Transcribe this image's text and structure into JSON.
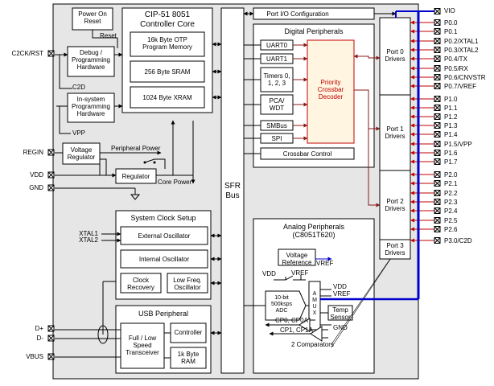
{
  "blocks": {
    "power_on_reset": [
      "Power On",
      "Reset"
    ],
    "reset_label": "Reset",
    "debug_hw": [
      "Debug /",
      "Programming",
      "Hardware"
    ],
    "c2d": "C2D",
    "isp_hw": [
      "In-system",
      "Programming",
      "Hardware"
    ],
    "vpp": "VPP",
    "core_title": [
      "CIP-51 8051",
      "Controller Core"
    ],
    "otp": [
      "16k Byte OTP",
      "Program Memory"
    ],
    "sram": "256 Byte SRAM",
    "xram": "1024 Byte XRAM",
    "vreg": [
      "Voltage",
      "Regulator"
    ],
    "peripheral_power": "Peripheral Power",
    "regulator": "Regulator",
    "core_power": "Core Power",
    "sfr_bus": [
      "SFR",
      "Bus"
    ],
    "port_io_config": "Port I/O Configuration",
    "digital_title": "Digital Peripherals",
    "uart0": "UART0",
    "uart1": "UART1",
    "timers": [
      "Timers 0,",
      "1, 2, 3"
    ],
    "pca": [
      "PCA/",
      "WDT"
    ],
    "smbus": "SMBus",
    "spi": "SPI",
    "crossbar": [
      "Priority",
      "Crossbar",
      "Decoder"
    ],
    "crossbar_control": "Crossbar Control",
    "clock_title": "System Clock Setup",
    "ext_osc": "External Oscillator",
    "int_osc": "Internal Oscillator",
    "clock_recovery": [
      "Clock",
      "Recovery"
    ],
    "lowfreq_osc": [
      "Low Freq.",
      "Oscillator"
    ],
    "usb_title": "USB Peripheral",
    "transceiver": [
      "Full / Low",
      "Speed",
      "Transceiver"
    ],
    "controller": "Controller",
    "usb_ram": [
      "1k Byte",
      "RAM"
    ],
    "analog_title": [
      "Analog Peripherals",
      "(C8051T620)"
    ],
    "vref_block": [
      "Voltage",
      "Reference"
    ],
    "vref_out": "VREF",
    "vdd_in": "VDD",
    "vref_in": "VREF",
    "adc": [
      "10-bit",
      "500ksps",
      "ADC"
    ],
    "amux": [
      "A",
      "M",
      "U",
      "X"
    ],
    "amux_vdd": "VDD",
    "amux_vref": "VREF",
    "temp_sensor": [
      "Temp",
      "Sensor"
    ],
    "gnd_label": "GND",
    "cp0": "CP0, CP0A",
    "cp1": "CP1, CP1A",
    "comparators": "2 Comparators",
    "port0": [
      "Port 0",
      "Drivers"
    ],
    "port1": [
      "Port 1",
      "Drivers"
    ],
    "port2": [
      "Port 2",
      "Drivers"
    ],
    "port3": [
      "Port 3",
      "Drivers"
    ]
  },
  "left_pins": {
    "c2ck": "C2CK/RST",
    "regin": "REGIN",
    "vdd": "VDD",
    "gnd": "GND",
    "xtal1": "XTAL1",
    "xtal2": "XTAL2",
    "dplus": "D+",
    "dminus": "D-",
    "vbus": "VBUS"
  },
  "right_pins": {
    "vio": "VIO",
    "port0": [
      "P0.0",
      "P0.1",
      "P0.2/XTAL1",
      "P0.3/XTAL2",
      "P0.4/TX",
      "P0.5/RX",
      "P0.6/CNVSTR",
      "P0.7/VREF"
    ],
    "port1": [
      "P1.0",
      "P1.1",
      "P1.2",
      "P1.3",
      "P1.4",
      "P1.5/VPP",
      "P1.6",
      "P1.7"
    ],
    "port2": [
      "P2.0",
      "P2.1",
      "P2.2",
      "P2.3",
      "P2.4",
      "P2.5",
      "P2.6"
    ],
    "port3": [
      "P3.0/C2D"
    ]
  },
  "colors": {
    "chip_bg": "#e6e6e6",
    "bus_blue": "#0000cc",
    "pin_red": "#c00000",
    "arrow_dark_red": "#8b1a1a",
    "crossbar_fill": "#fff5e0"
  }
}
